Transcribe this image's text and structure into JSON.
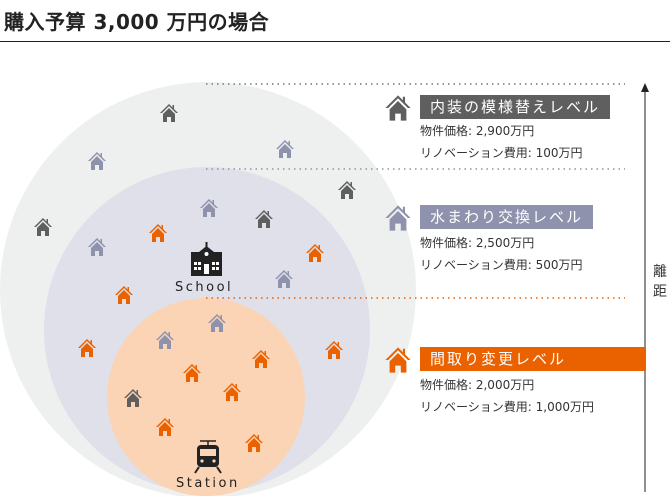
{
  "title": "購入予算 3,000 万円の場合",
  "landmarks": {
    "school": "School",
    "station": "Station"
  },
  "axis_label": "離距",
  "colors": {
    "interior": "#5f5f5f",
    "water": "#8e92ad",
    "layout": "#ea6100",
    "outer_bg": "#eeefef",
    "middle_bg": "#dfe0ea",
    "inner_bg": "#fad4b4"
  },
  "levels": [
    {
      "name": "内装の模様替えレベル",
      "price": "物件価格: 2,900万円",
      "renovation": "リノベーション費用: 100万円"
    },
    {
      "name": "水まわり交換レベル",
      "price": "物件価格: 2,500万円",
      "renovation": "リノベーション費用: 500万円"
    },
    {
      "name": "間取り変更レベル",
      "price": "物件価格: 2,000万円",
      "renovation": "リノベーション費用: 1,000万円"
    }
  ]
}
